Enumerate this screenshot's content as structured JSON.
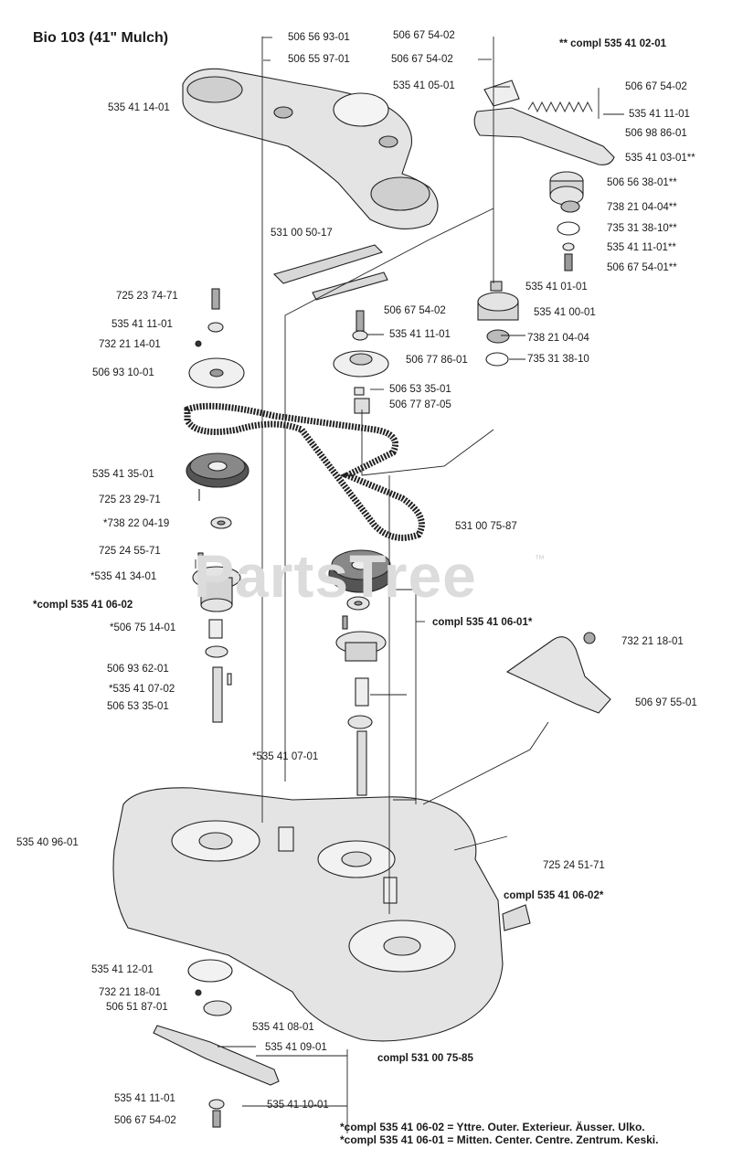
{
  "title": "Bio 103 (41\" Mulch)",
  "watermark": "PartsTree",
  "watermark_tm": "™",
  "labels": {
    "l01": "506 56 93-01",
    "l02": "506 67 54-02",
    "l03": "** compl 535 41 02-01",
    "l04": "506 55 97-01",
    "l05": "506 67 54-02",
    "l06": "535 41 05-01",
    "l07": "506 67 54-02",
    "l08": "535 41 14-01",
    "l09": "535 41 11-01",
    "l10": "506 98 86-01",
    "l11": "535 41 03-01**",
    "l12": "506 56 38-01**",
    "l13": "738 21 04-04**",
    "l14": "735 31 38-10**",
    "l15": "535 41 11-01**",
    "l16": "506 67 54-01**",
    "l17": "531 00 50-17",
    "l18": "725 23 74-71",
    "l19": "535 41 01-01",
    "l20": "506 67 54-02",
    "l21": "535 41 00-01",
    "l22": "535 41 11-01",
    "l23": "535 41 11-01",
    "l24": "738 21 04-04",
    "l25": "732 21 14-01",
    "l26": "506 77 86-01",
    "l27": "735 31 38-10",
    "l28": "506 93 10-01",
    "l29": "506 53 35-01",
    "l30": "506 77 87-05",
    "l31": "535 41 35-01",
    "l32": "725 23 29-71",
    "l33": "*738 22 04-19",
    "l34": "531 00 75-87",
    "l35": "725 24 55-71",
    "l36": "*535 41 34-01",
    "l37": "*compl 535 41 06-02",
    "l38": "compl 535 41 06-01*",
    "l39": "*506 75 14-01",
    "l40": "732 21 18-01",
    "l41": "506 93 62-01",
    "l42": "*535 41 07-02",
    "l43": "506 97 55-01",
    "l44": "506 53 35-01",
    "l45": "*535 41 07-01",
    "l46": "535 40 96-01",
    "l47": "725 24 51-71",
    "l48": "compl 535 41 06-02*",
    "l49": "535 41 12-01",
    "l50": "732 21 18-01",
    "l51": "506 51 87-01",
    "l52": "535 41 08-01",
    "l53": "535 41 09-01",
    "l54": "compl 531 00 75-85",
    "l55": "535 41 11-01",
    "l56": "535 41 10-01",
    "l57": "506 67 54-02"
  },
  "legend": {
    "line1": "*compl 535 41 06-02 = Yttre. Outer. Exterieur. Äusser. Ulko.",
    "line2": "*compl 535 41 06-01 = Mitten. Center. Centre. Zentrum. Keski."
  }
}
